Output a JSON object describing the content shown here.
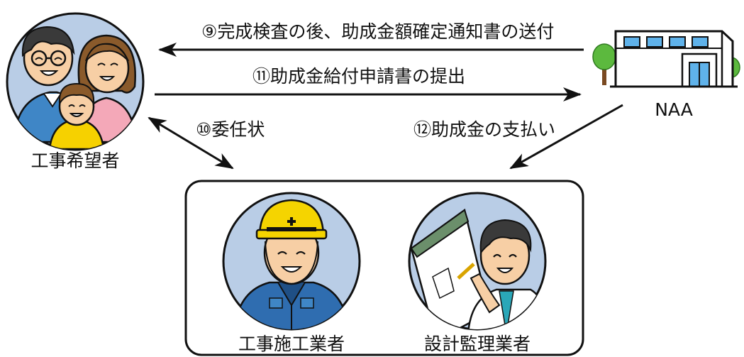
{
  "actors": {
    "applicant": "工事希望者",
    "naa": "NAA",
    "contractor": "工事施工業者",
    "designer": "設計監理業者"
  },
  "arrows": {
    "step9": "⑨完成検査の後、助成金額確定通知書の送付",
    "step11": "⑪助成金給付申請書の提出",
    "step10": "⑩委任状",
    "step12": "⑫助成金の支払い"
  },
  "colors": {
    "circle_fill": "#b9cde6",
    "outline": "#111111",
    "hair": "#3a3a3a",
    "skin": "#f7cfa5",
    "helmet": "#f5d400",
    "work_shirt": "#2f6db0",
    "dad_shirt": "#3f86c6",
    "mom_shirt": "#f4a8b8",
    "kid_shirt": "#f6d100",
    "building_window": "#5fb2ea",
    "tree_green": "#5cb93e",
    "tie": "#2aa7b8"
  },
  "icons": [
    "family-icon",
    "building-icon",
    "worker-icon",
    "designer-icon"
  ]
}
